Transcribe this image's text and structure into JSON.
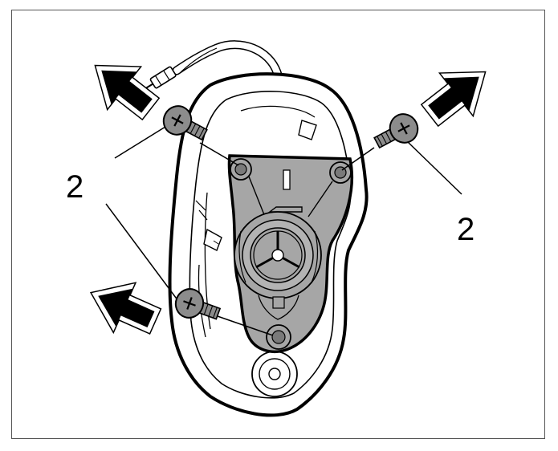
{
  "figure": {
    "callouts": [
      {
        "id": "left",
        "text": "2"
      },
      {
        "id": "right",
        "text": "2"
      }
    ],
    "colors": {
      "line": "#000000",
      "part_fill": "#ffffff",
      "module_fill": "#a6a6a6",
      "module_dark": "#7a7a7a",
      "screw_fill": "#8c8c8c",
      "frame_border": "#555555"
    },
    "icons": [
      "arrow-icon",
      "screw-icon",
      "connector-icon"
    ]
  }
}
